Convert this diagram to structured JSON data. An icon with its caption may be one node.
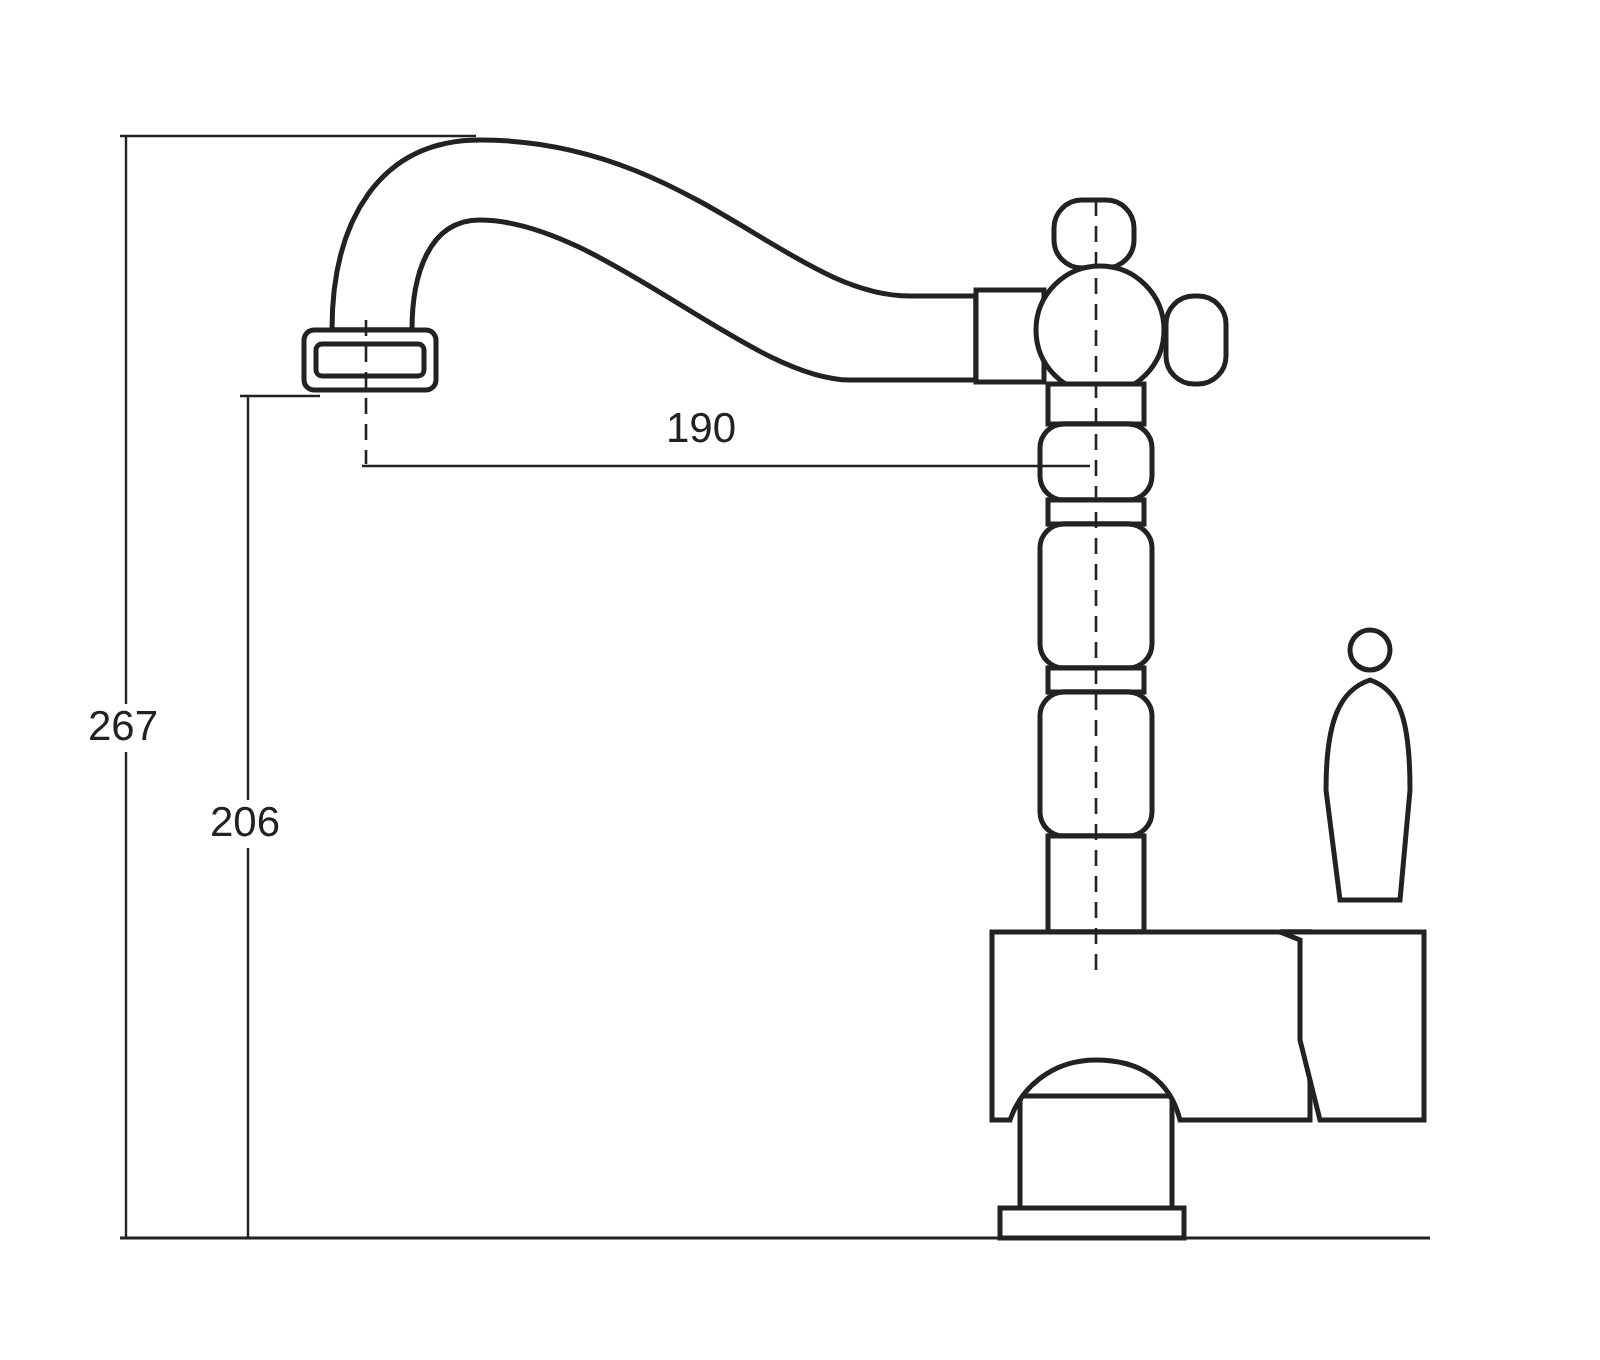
{
  "diagram": {
    "labels": [
      "190",
      "267",
      "206"
    ]
  }
}
